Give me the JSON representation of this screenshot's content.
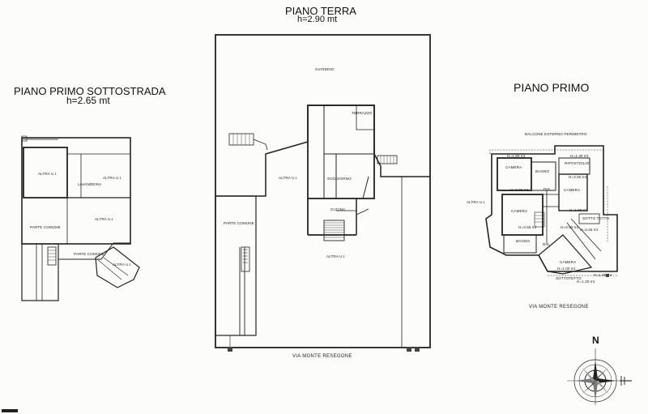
{
  "plans": {
    "terra": {
      "title": "PIANO TERRA",
      "height": "h=2.90 mt",
      "street": "VIA MONTE RESEGONE",
      "rooms": {
        "giardino": "GIARDINO",
        "terrazzo": "TERRAZZO",
        "altra_ui_1": "ALTRA U.I.",
        "soggiorno": "SOGGIORNO",
        "cucina": "CUCINA",
        "parte_comune": "PARTE COMUNE",
        "altra_ui_2": "ALTRA U.I."
      }
    },
    "sottostrada": {
      "title": "PIANO PRIMO SOTTOSTRADA",
      "height": "h=2.65 mt",
      "rooms": {
        "altra_ui_1": "ALTRA U.I.",
        "lavanderia": "LAVANDERIA",
        "altra_ui_2": "ALTRA U.I.",
        "altra_ui_3": "ALTRA U.I.",
        "parte_comune_1": "PARTE COMUNE",
        "parte_comune_2": "PARTE COMUNE",
        "altra_ui_4": "ALTRA U.I."
      }
    },
    "primo": {
      "title": "PIANO PRIMO",
      "street": "VIA MONTE RESEGONE",
      "rooms": {
        "balcone": "BALCONE ESTERNO PERIMETRO",
        "camera_1": "CAMERA",
        "bagno": "BAGNO",
        "ripostiglio": "RIPOSTIGLIO",
        "camera_2": "CAMERA",
        "disimpegno": "DIS.",
        "camera_3": "CAMERA",
        "bagno_2": "BAGNO",
        "dis_2": "DIS.",
        "camera_4": "CAMERA",
        "sottotetto_1": "SOTTO TETTO",
        "sottotetto_2": "SOTTOTETTO",
        "altra_ui": "ALTRA U.I."
      },
      "heights": {
        "h1": "H=1.80 mt",
        "h2": "H=1.30 mt",
        "h3": "H=2.50 mt",
        "h4": "H=2.65 mt",
        "h5": "H=3.55 mt",
        "h6": "H=1.80 mt",
        "h7": "H=0.90 mt",
        "h8": "H=2.25 mt",
        "h9": "H=1.80 mt",
        "h10": "H=1.00 mt",
        "h11": "H=1.20 mt"
      }
    }
  },
  "compass": {
    "north_label": "N"
  }
}
